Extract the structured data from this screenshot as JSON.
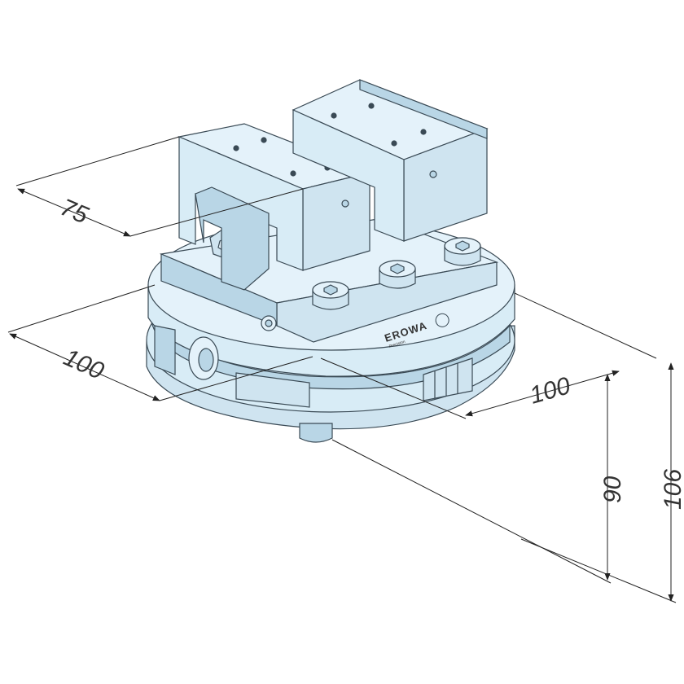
{
  "drawing": {
    "colors": {
      "body_fill": "#d8ecf6",
      "face_light": "#e4f2fa",
      "face_mid": "#cfe4f0",
      "face_dark": "#b9d6e6",
      "outline": "#3a4a55",
      "dimension_line": "#222222"
    },
    "brand_logo": {
      "name": "EROWA",
      "subtitle": "Precision"
    },
    "dimensions": {
      "jaw_width": "75",
      "base_width_left": "100",
      "base_depth_right": "100",
      "clamping_height": "90",
      "overall_height": "106"
    }
  }
}
